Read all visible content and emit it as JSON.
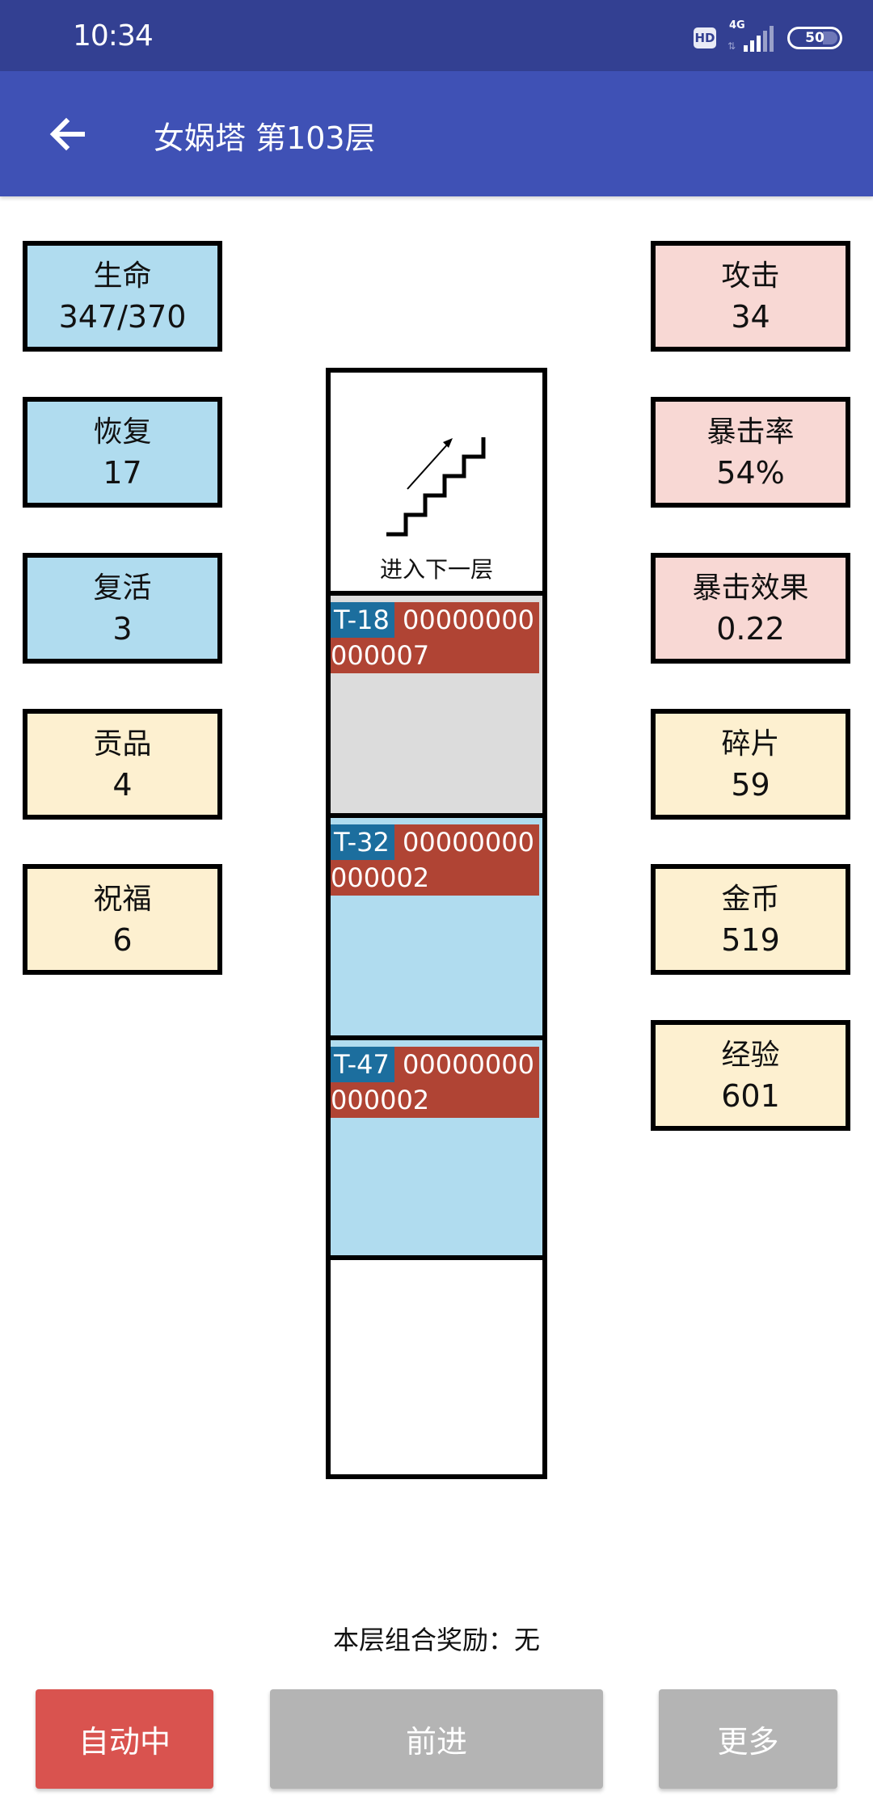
{
  "status_bar": {
    "time": "10:34",
    "hd_label": "HD",
    "network_label": "4G",
    "battery_level": "50"
  },
  "app_bar": {
    "back_icon": "arrow-left-icon",
    "title": "女娲塔 第103层"
  },
  "left_stats": [
    {
      "label": "生命",
      "value": "347/370",
      "color": "#b0dcef"
    },
    {
      "label": "恢复",
      "value": "17",
      "color": "#b0dcef"
    },
    {
      "label": "复活",
      "value": "3",
      "color": "#b0dcef"
    },
    {
      "label": "贡品",
      "value": "4",
      "color": "#fdf0d0"
    },
    {
      "label": "祝福",
      "value": "6",
      "color": "#fdf0d0"
    }
  ],
  "right_stats": [
    {
      "label": "攻击",
      "value": "34",
      "color": "#f8d8d4"
    },
    {
      "label": "暴击率",
      "value": "54%",
      "color": "#f8d8d4"
    },
    {
      "label": "暴击效果",
      "value": "0.22",
      "color": "#f8d8d4"
    },
    {
      "label": "碎片",
      "value": "59",
      "color": "#fdf0d0"
    },
    {
      "label": "金币",
      "value": "519",
      "color": "#fdf0d0"
    },
    {
      "label": "经验",
      "value": "601",
      "color": "#fdf0d0"
    }
  ],
  "tower": {
    "stairs_icon": "stairs-up-icon",
    "stairs_label": "进入下一层",
    "floors": [
      {
        "type": "grey",
        "monster": {
          "tag": "T-18",
          "text": " 00000000000007"
        }
      },
      {
        "type": "blue",
        "monster": {
          "tag": "T-32",
          "text": " 00000000000002"
        }
      },
      {
        "type": "blue",
        "monster": {
          "tag": "T-47",
          "text": " 00000000000002"
        }
      },
      {
        "type": "empty"
      }
    ]
  },
  "combo_reward": "本层组合奖励：无",
  "buttons": {
    "auto": "自动中",
    "forward": "前进",
    "more": "更多"
  },
  "colors": {
    "status_bar": "#334092",
    "app_bar": "#3f51b5",
    "auto_button": "#d9534f",
    "disabled_button": "#b4b4b4",
    "monster_bar": "#b04434",
    "monster_tag": "#1c6e9e"
  }
}
